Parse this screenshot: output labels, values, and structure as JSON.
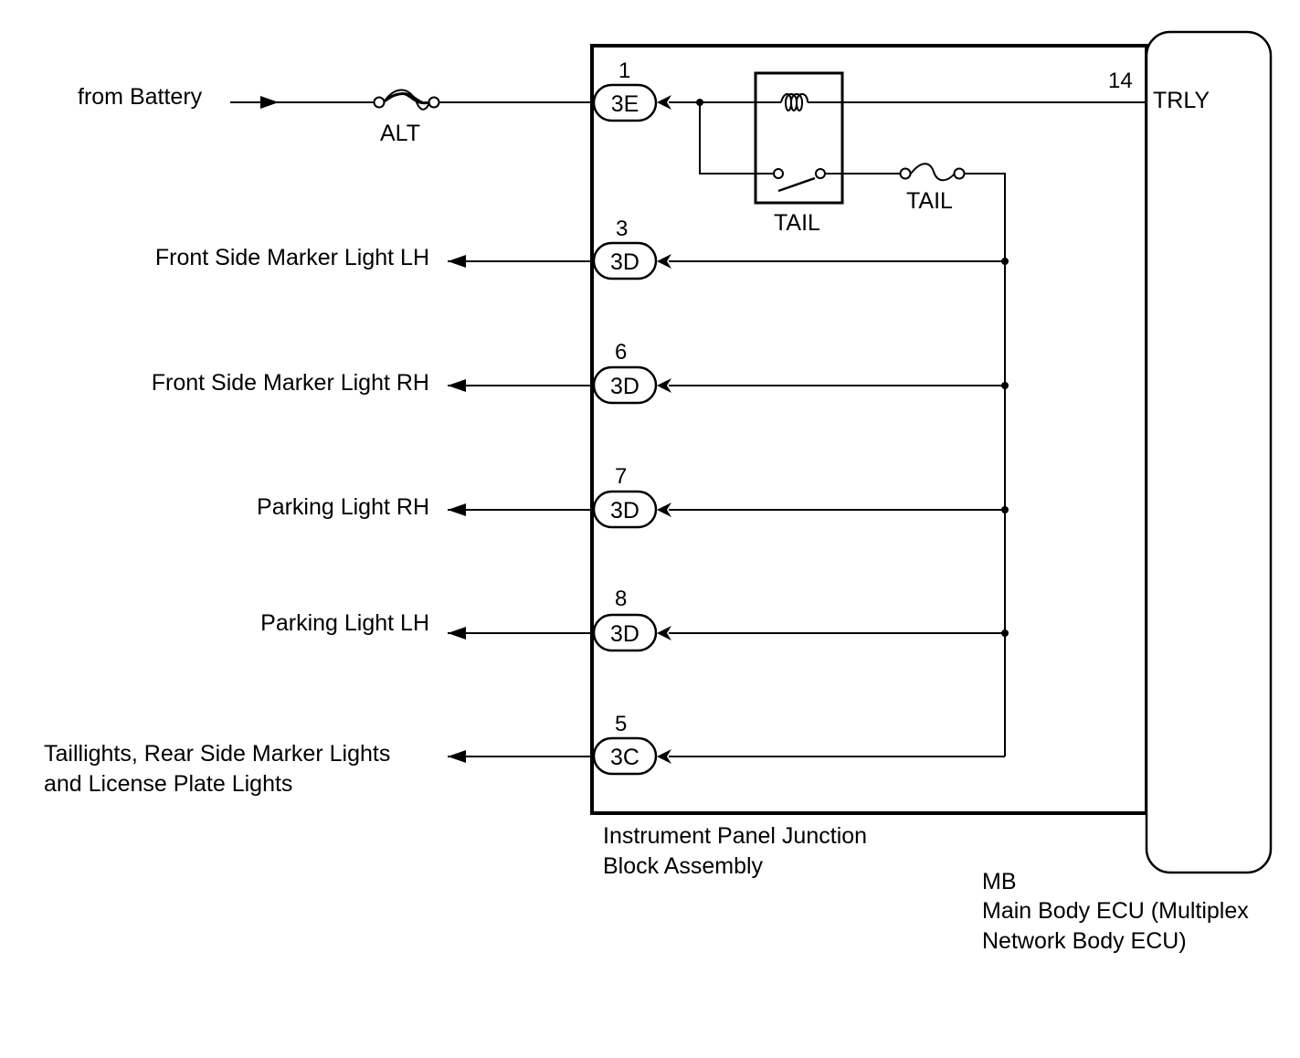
{
  "diagram": {
    "source": "from Battery",
    "fuse_alt": "ALT",
    "fuse_tail": "TAIL",
    "relay_tail": "TAIL",
    "pin_14": "14",
    "trly": "TRLY",
    "junction_block_line1": "Instrument Panel Junction",
    "junction_block_line2": "Block Assembly",
    "ecu_code": "MB",
    "ecu_line1": "Main Body ECU (Multiplex",
    "ecu_line2": "Network Body ECU)",
    "input_connector": {
      "pin": "1",
      "code": "3E"
    },
    "outputs": [
      {
        "label": "Front Side Marker Light LH",
        "pin": "3",
        "code": "3D"
      },
      {
        "label": "Front Side Marker Light RH",
        "pin": "6",
        "code": "3D"
      },
      {
        "label": "Parking Light RH",
        "pin": "7",
        "code": "3D"
      },
      {
        "label": "Parking Light LH",
        "pin": "8",
        "code": "3D"
      },
      {
        "label": "Taillights, Rear Side Marker Lights",
        "label2": "and License Plate Lights",
        "pin": "5",
        "code": "3C"
      }
    ]
  }
}
